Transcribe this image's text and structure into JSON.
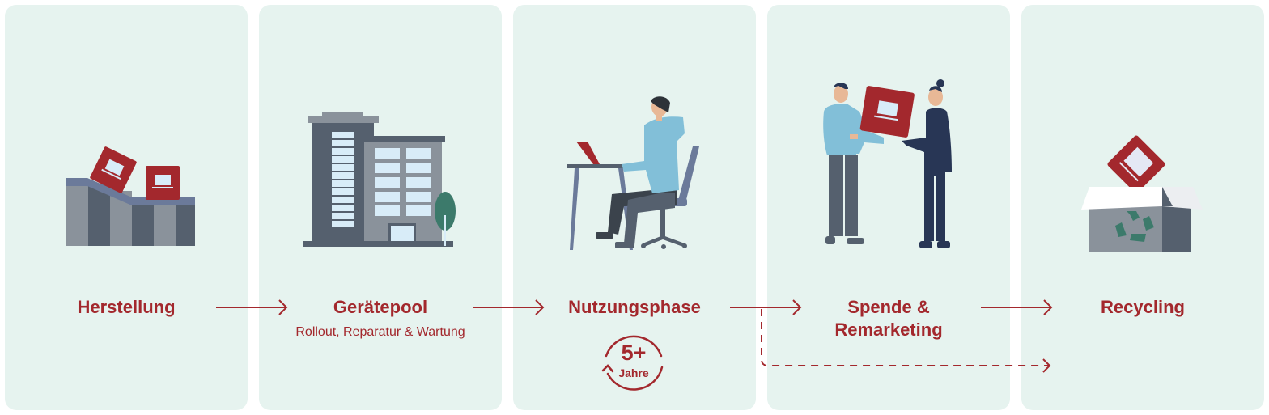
{
  "diagram": {
    "type": "process-flow",
    "colors": {
      "panel_bg": "#e6f3ef",
      "accent": "#a3282d",
      "dark_gray": "#55606e",
      "mid_gray": "#8a929b",
      "light_blue": "#d8ecf8",
      "slate": "#6b7a9a",
      "teal": "#3c7a6b",
      "navy": "#283655",
      "sky": "#82bfd8"
    },
    "stages": [
      {
        "id": "herstellung",
        "label": "Herstellung",
        "subtitle": "",
        "icon": "factory-conveyor-icon"
      },
      {
        "id": "geraetepool",
        "label": "Gerätepool",
        "subtitle": "Rollout, Reparatur & Wartung",
        "icon": "office-building-icon"
      },
      {
        "id": "nutzungsphase",
        "label": "Nutzungsphase",
        "subtitle": "",
        "icon": "person-at-laptop-icon"
      },
      {
        "id": "spende",
        "label": "Spende &",
        "label_line2": "Remarketing",
        "subtitle": "",
        "icon": "handover-icon"
      },
      {
        "id": "recycling",
        "label": "Recycling",
        "subtitle": "",
        "icon": "recycling-box-icon"
      }
    ],
    "lifecycle_badge": {
      "value": "5+",
      "unit": "Jahre",
      "icon": "cycle-arrow-icon"
    },
    "arrows": [
      {
        "from": "herstellung",
        "to": "geraetepool",
        "style": "solid"
      },
      {
        "from": "geraetepool",
        "to": "nutzungsphase",
        "style": "solid"
      },
      {
        "from": "nutzungsphase",
        "to": "spende",
        "style": "solid"
      },
      {
        "from": "spende",
        "to": "recycling",
        "style": "solid"
      },
      {
        "from": "nutzungsphase",
        "to": "recycling",
        "style": "dashed"
      }
    ]
  }
}
